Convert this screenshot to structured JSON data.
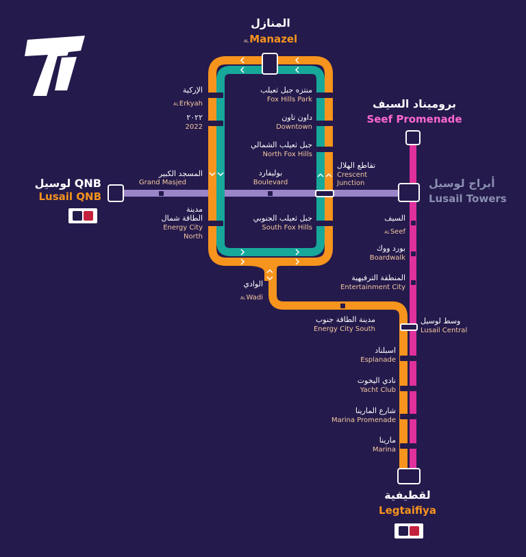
{
  "colors": {
    "background": "#241a4c",
    "orange_line": "#f7941d",
    "teal_line": "#17a89a",
    "pink_line": "#e0309b",
    "purple_line": "#9b85c9"
  },
  "logo": {
    "icon": "tram-t-logo-icon"
  },
  "terminals": {
    "manazel": {
      "ar": "المنازل",
      "al": "AL",
      "en": "Manazel"
    },
    "seef_promenade": {
      "ar": "بروميناد السيف",
      "en": "Seef Promenade"
    },
    "lusail_qnb": {
      "ar": "لوسيل QNB",
      "en": "Lusail QNB"
    },
    "lusail_towers": {
      "ar": "أبراج لوسيل",
      "en": "Lusail Towers"
    },
    "legtaifiya": {
      "ar": "لقطيفية",
      "en": "Legtaifiya"
    }
  },
  "stations": {
    "erkyah": {
      "ar": "الإركية",
      "al": "AL",
      "en": "Erkyah"
    },
    "s2022": {
      "ar": "٢٠٢٢",
      "en": "2022"
    },
    "grand_masjed": {
      "ar": "المسجد الكبير",
      "en": "Grand Masjed"
    },
    "energy_city_north": {
      "ar1": "مدينة",
      "ar2": "الطاقة شمال",
      "en1": "Energy City",
      "en2": "North"
    },
    "fox_hills_park": {
      "ar": "منتزه جبل ثعيلب",
      "en": "Fox Hills Park"
    },
    "downtown": {
      "ar": "داون تاون",
      "en": "Downtown"
    },
    "north_fox_hills": {
      "ar": "جبل ثعيلب الشمالي",
      "en": "North Fox Hills"
    },
    "boulevard": {
      "ar": "بوليفارد",
      "en": "Boulevard"
    },
    "south_fox_hills": {
      "ar": "جبل ثعيلب الجنوبي",
      "en": "South Fox Hills"
    },
    "crescent_junction": {
      "ar": "تقاطع الهلال",
      "en1": "Crescent",
      "en2": "Junction"
    },
    "wadi": {
      "ar": "الوادي",
      "al": "AL",
      "en": "Wadi"
    },
    "energy_city_south": {
      "ar": "مدينة الطاقة جنوب",
      "en": "Energy City South"
    },
    "seef": {
      "ar": "السيف",
      "al": "AL",
      "en": "Seef"
    },
    "boardwalk": {
      "ar": "بورد ووك",
      "en": "Boardwalk"
    },
    "entertainment_city": {
      "ar": "المنطقة الترفيهية",
      "en": "Entertainment City"
    },
    "lusail_central": {
      "ar": "وسط لوسيل",
      "en": "Lusail Central"
    },
    "esplanade": {
      "ar": "اسبلناد",
      "en": "Esplanade"
    },
    "yacht_club": {
      "ar": "نادي اليخوت",
      "en": "Yacht Club"
    },
    "marina_promenade": {
      "ar": "شارع المارينا",
      "en": "Marina Promenade"
    },
    "marina": {
      "ar": "مارينا",
      "en": "Marina"
    }
  },
  "icons": {
    "metro_interchange": "metro-interchange-icon",
    "qnb": "qnb-logo-icon"
  }
}
